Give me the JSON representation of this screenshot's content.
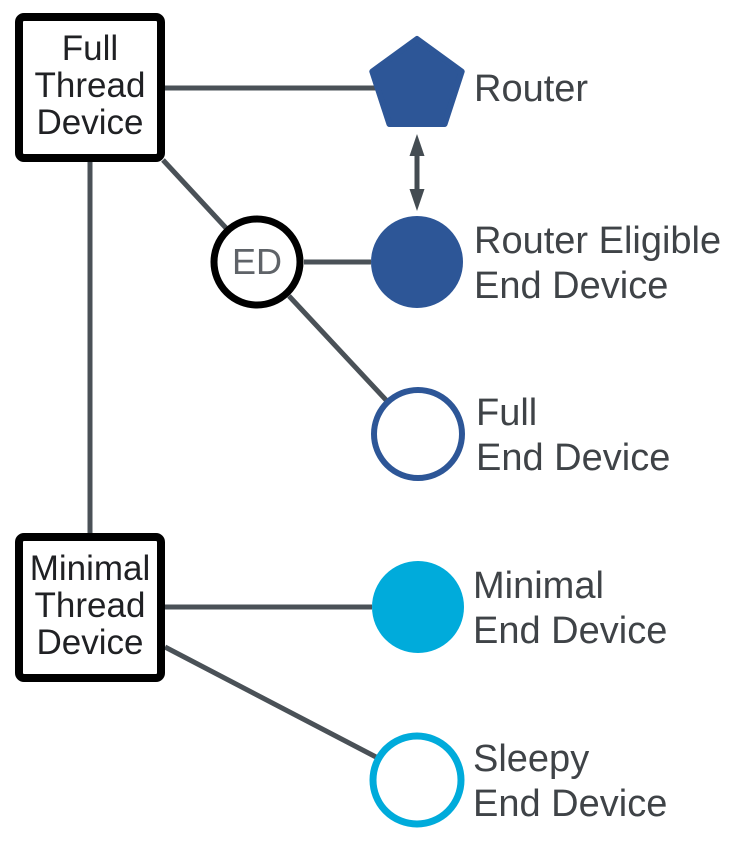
{
  "colors": {
    "blue": "#2d5697",
    "cyan": "#00abdb",
    "connector": "#4a5157",
    "arrow": "#444c52",
    "label_text": "#3f4347",
    "ed_text": "#5f6368",
    "box_text": "#202124",
    "box_border": "#000000"
  },
  "boxes": {
    "full_thread_device": {
      "lines": [
        "Full",
        "Thread",
        "Device"
      ]
    },
    "minimal_thread_device": {
      "lines": [
        "Minimal",
        "Thread",
        "Device"
      ]
    }
  },
  "ed_badge": {
    "label": "ED"
  },
  "labels": {
    "router": {
      "line1": "Router"
    },
    "router_eligible_end_device": {
      "line1": "Router Eligible",
      "line2": "End Device"
    },
    "full_end_device": {
      "line1": "Full",
      "line2": "End Device"
    },
    "minimal_end_device": {
      "line1": "Minimal",
      "line2": "End Device"
    },
    "sleepy_end_device": {
      "line1": "Sleepy",
      "line2": "End Device"
    }
  }
}
